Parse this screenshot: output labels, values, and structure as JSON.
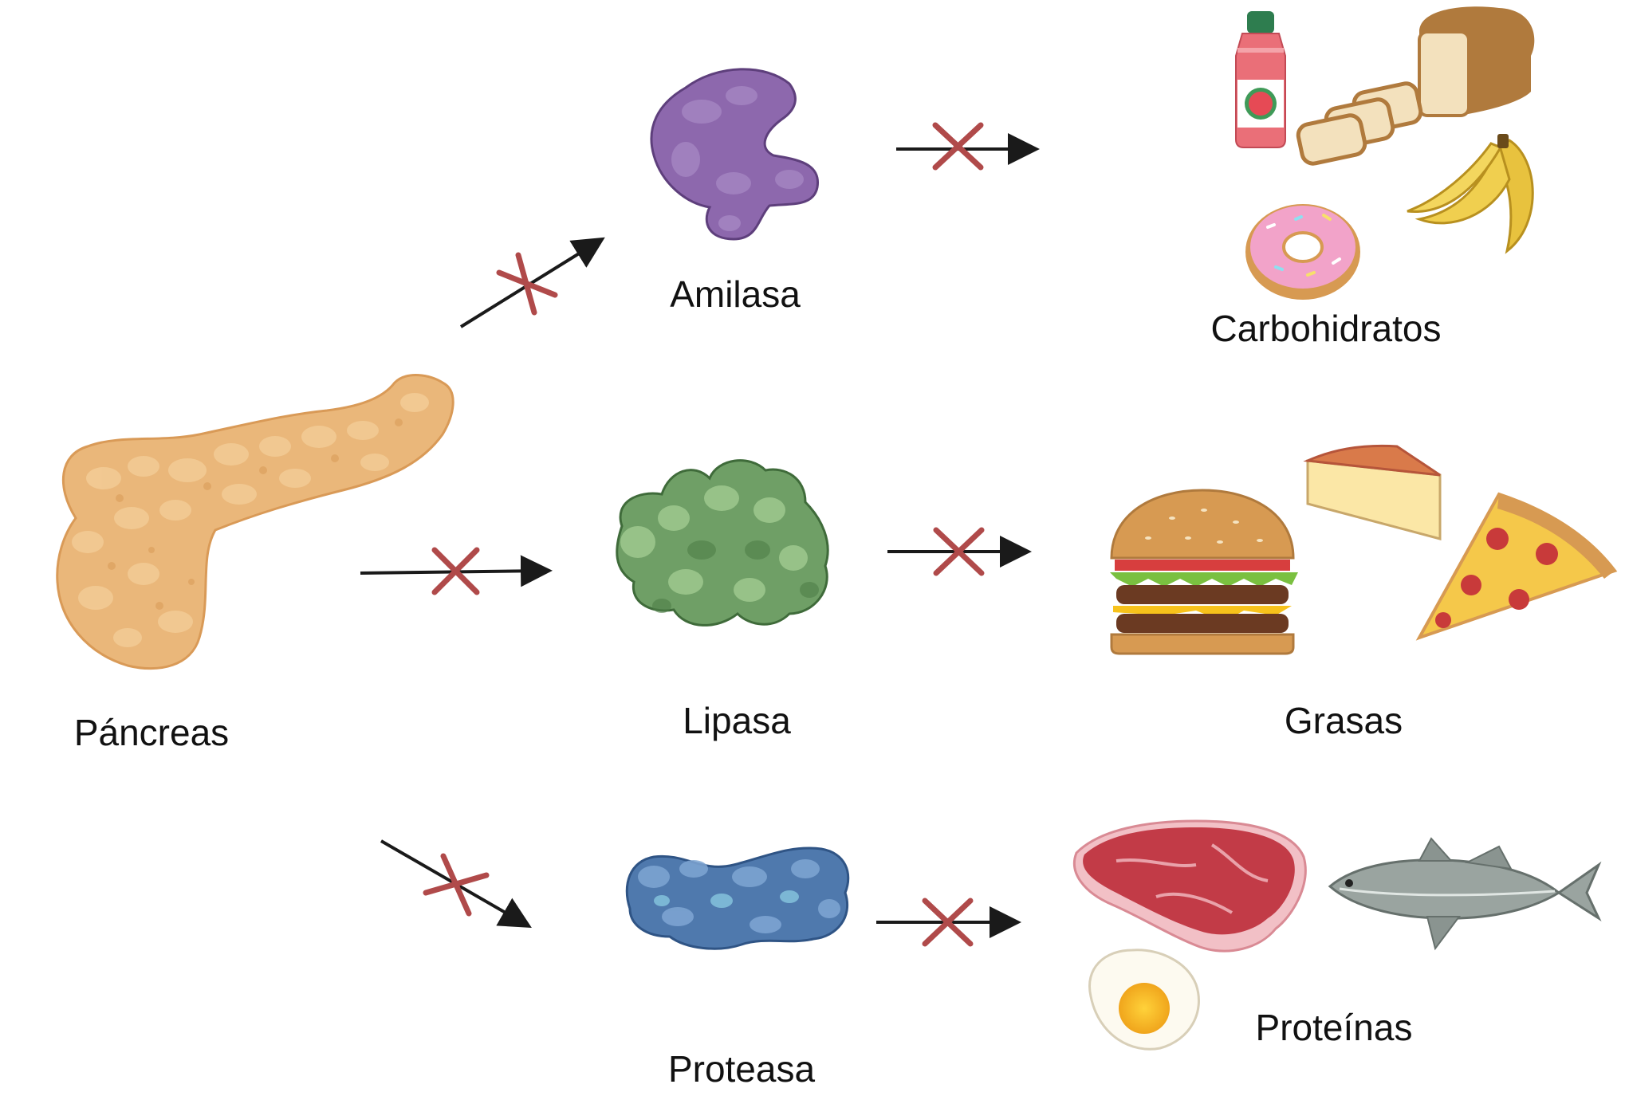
{
  "labels": {
    "pancreas": "Páncreas",
    "amylase": "Amilasa",
    "lipase": "Lipasa",
    "protease": "Proteasa",
    "carbs": "Carbohidratos",
    "fats": "Grasas",
    "proteins": "Proteínas"
  },
  "icons": {
    "pancreas": "pancreas-icon",
    "amylase": "amylase-enzyme-icon",
    "lipase": "lipase-enzyme-icon",
    "protease": "protease-enzyme-icon",
    "carbs": [
      "juice-bottle-icon",
      "bread-icon",
      "banana-icon",
      "donut-icon"
    ],
    "fats": [
      "burger-icon",
      "cheese-icon",
      "pizza-icon"
    ],
    "proteins": [
      "steak-icon",
      "fish-icon",
      "egg-icon"
    ],
    "blocked": "cross-icon"
  },
  "colors": {
    "arrow": "#1a1a1a",
    "cross": "#b04a4a",
    "pancreas": "#eab77a",
    "amylase": "#8d68ad",
    "lipase": "#6f9f66",
    "protease": "#4f79ad"
  }
}
